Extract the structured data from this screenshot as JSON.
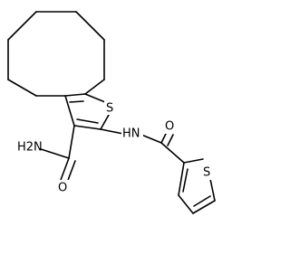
{
  "molecule": {
    "atoms": {
      "thiophene_s": "S",
      "amide_nh2": "H2N",
      "carbonyl_o1": "O",
      "amide_nh": "HN",
      "carbonyl_o2": "O",
      "thienyl_s": "S"
    }
  }
}
